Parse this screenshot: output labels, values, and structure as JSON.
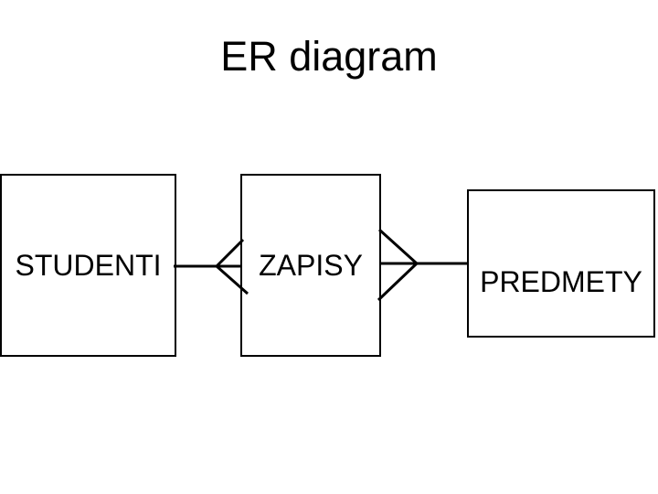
{
  "slide": {
    "title": "ER diagram",
    "background_color": "#ffffff",
    "line_color": "#000000",
    "text_color": "#000000"
  },
  "entities": [
    {
      "id": "studenti",
      "label": "STUDENTI"
    },
    {
      "id": "zapisy",
      "label": "ZAPISY"
    },
    {
      "id": "predmety",
      "label": "PREDMETY"
    }
  ],
  "relationships": [
    {
      "from": "STUDENTI",
      "to": "ZAPISY",
      "crow_foot_at": "ZAPISY",
      "notation": "crow-foot-many"
    },
    {
      "from": "ZAPISY",
      "to": "PREDMETY",
      "crow_foot_at": "ZAPISY",
      "notation": "crow-foot-many"
    }
  ]
}
